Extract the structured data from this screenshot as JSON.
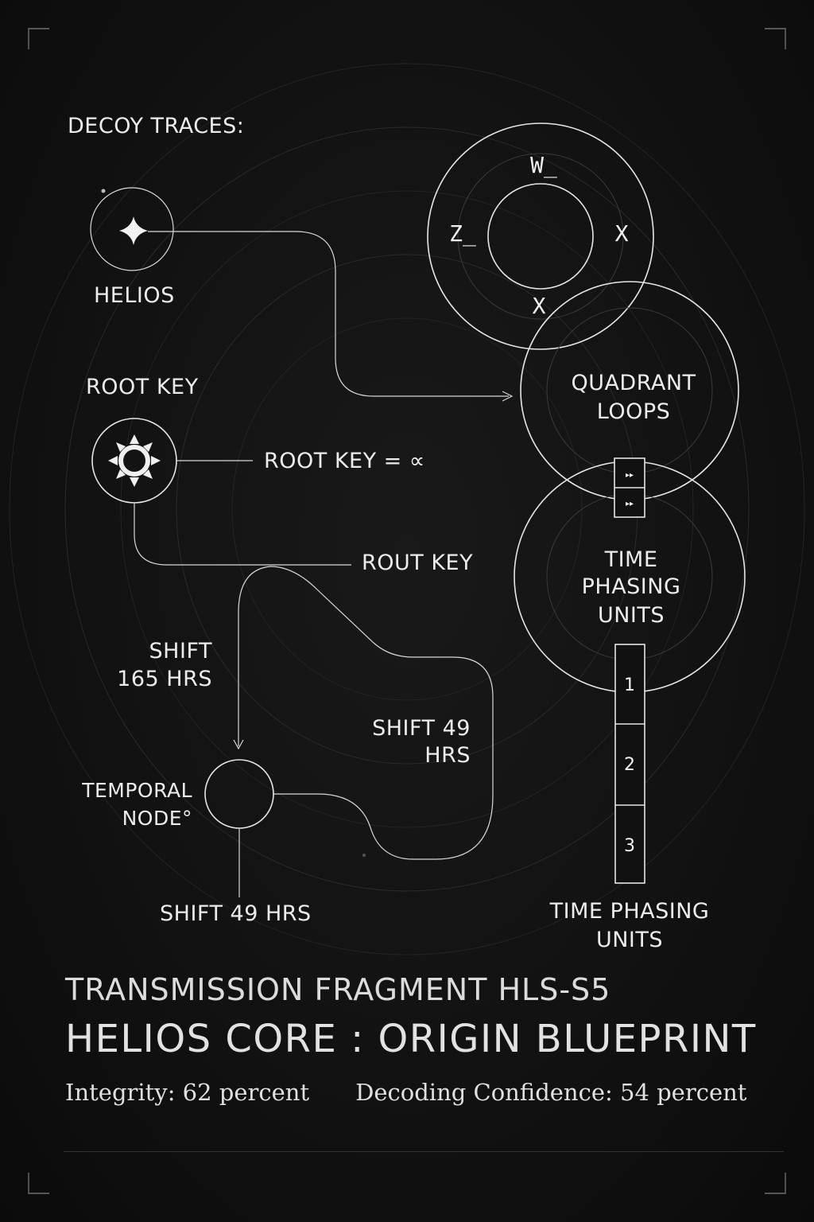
{
  "diagram": {
    "decoy_heading": "DECOY TRACES:",
    "helios_label": "HELIOS",
    "root_key_label": "ROOT KEY",
    "root_key_eq": "ROOT KEY = ∝",
    "rout_key_label": "ROUT KEY",
    "ring_labels": {
      "top": "W_",
      "left": "Z_",
      "right": "X",
      "bottom": "X"
    },
    "quadrant_loops": [
      "QUADRANT",
      "LOOPS"
    ],
    "time_phasing": [
      "TIME",
      "PHASING",
      "UNITS"
    ],
    "shift_165": [
      "SHIFT",
      "165 HRS"
    ],
    "shift_49_right": [
      "SHIFT 49",
      "HRS"
    ],
    "temporal_node": [
      "TEMPORAL",
      "NODE°"
    ],
    "shift_49_bottom": "SHIFT 49 HRS",
    "connector_marks": [
      "▸▸",
      "▸▸"
    ],
    "unit_segments": [
      "1",
      "2",
      "3"
    ],
    "units_caption": [
      "TIME PHASING",
      "UNITS"
    ]
  },
  "footer": {
    "subtitle": "TRANSMISSION FRAGMENT HLS-S5",
    "title": "HELIOS CORE : ORIGIN BLUEPRINT",
    "integrity": "Integrity: 62 percent",
    "confidence": "Decoding Confidence: 54 percent"
  },
  "colors": {
    "background": "#0f0f0f",
    "line": "#e6e6e6",
    "text": "#ececec"
  }
}
